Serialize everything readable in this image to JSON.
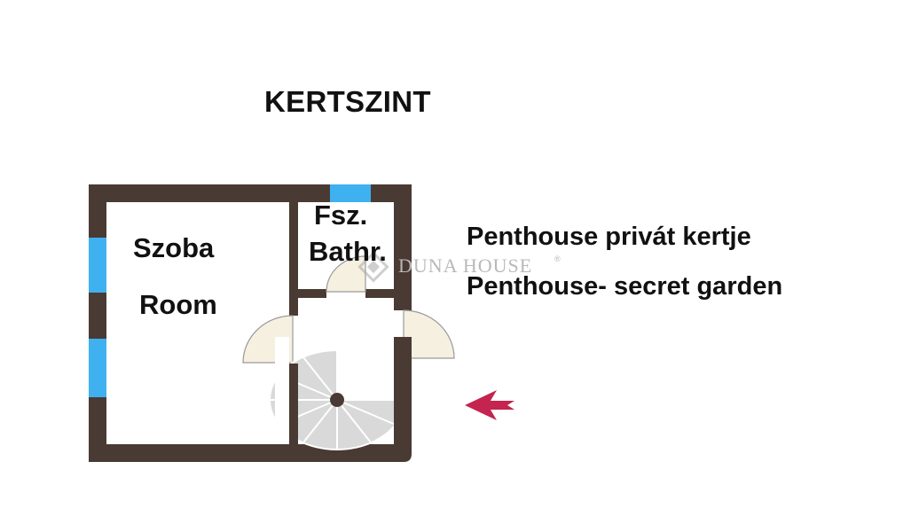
{
  "title": "KERTSZINT",
  "rooms": {
    "main_line1": "Szoba",
    "main_line2": "Room",
    "bath_line1": "Fsz.",
    "bath_line2": "Bathr."
  },
  "annotation": {
    "line1": "Penthouse privát kertje",
    "line2": "Penthouse- secret garden"
  },
  "watermark": {
    "text": "DUNA HOUSE",
    "mark": "®"
  },
  "colors": {
    "wall": "#4a3a34",
    "window": "#3fb0f0",
    "door_fill": "#f6f0e1",
    "stair": "#d9d9d9",
    "arrow": "#c4244f"
  }
}
